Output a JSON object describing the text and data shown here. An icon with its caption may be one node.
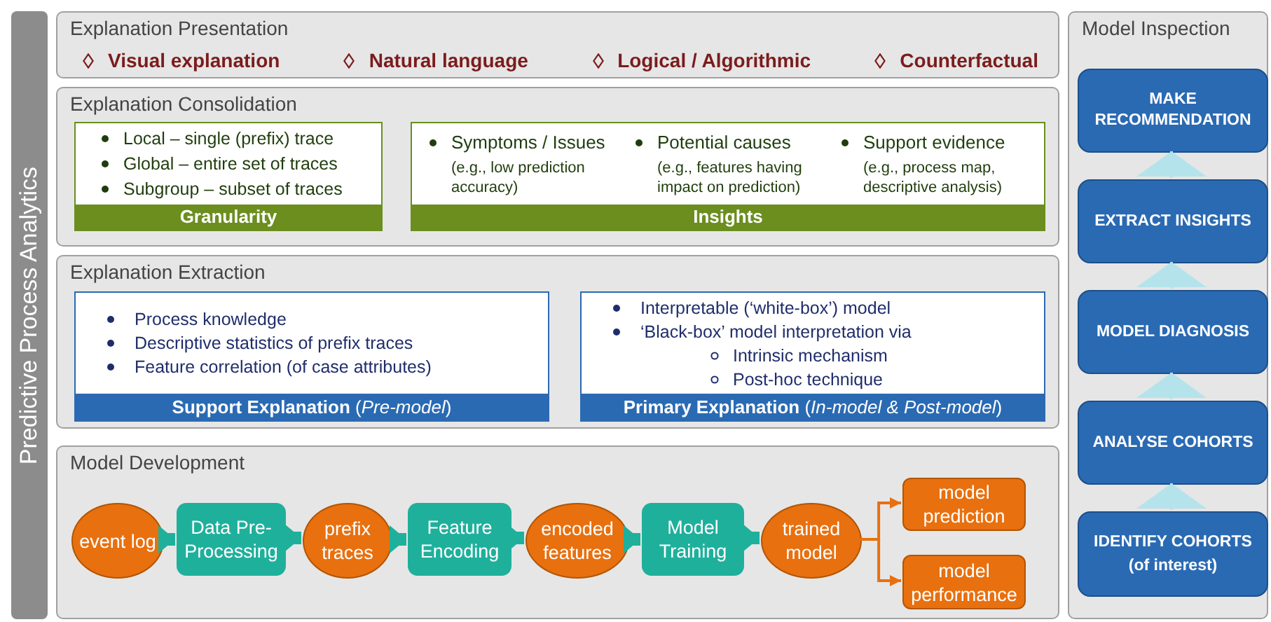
{
  "diagram": {
    "nodes": [
      {
        "text": [
          "Predictive Process Analytics"
        ]
      },
      {
        "text": [
          "Explanation Presentation",
          "Visual explanation",
          "Natural language",
          "Logical / Algorithmic",
          "Counterfactual"
        ]
      },
      {
        "text": [
          "Explanation Consolidation"
        ]
      },
      {
        "text": [
          "Local – single (prefix) trace",
          "Global – entire set of traces",
          "Subgroup – subset of traces",
          "Granularity"
        ],
        "in": 2
      },
      {
        "text": [
          "Symptoms / Issues",
          "(e.g., low prediction accuracy)",
          "Potential causes",
          "(e.g., features having impact on prediction)",
          "Support evidence",
          "(e.g., process map, descriptive analysis)",
          "Insights"
        ],
        "in": 2
      },
      {
        "text": [
          "Explanation Extraction"
        ]
      },
      {
        "text": [
          "Process knowledge",
          "Descriptive statistics of prefix traces",
          "Feature correlation (of case attributes)",
          "**Support Explanation** (*Pre-model*)"
        ],
        "in": 5
      },
      {
        "text": [
          "Interpretable (‘white-box’) model",
          "‘Black-box’ model interpretation via",
          "Intrinsic mechanism",
          "Post-hoc technique",
          "**Primary Explanation** (*In-model & Post-model*)"
        ],
        "in": 5
      },
      {
        "text": [
          "Model Development"
        ]
      },
      {
        "text": [
          "event log"
        ],
        "in": 8
      },
      {
        "text": [
          "Data Pre-Processing"
        ],
        "in": 8
      },
      {
        "text": [
          "prefix traces"
        ],
        "in": 8
      },
      {
        "text": [
          "Feature Encoding"
        ],
        "in": 8
      },
      {
        "text": [
          "encoded features"
        ],
        "in": 8
      },
      {
        "text": [
          "Model Training"
        ],
        "in": 8
      },
      {
        "text": [
          "trained model"
        ],
        "in": 8
      },
      {
        "text": [
          "model prediction"
        ],
        "in": 8
      },
      {
        "text": [
          "model performance"
        ],
        "in": 8
      },
      {
        "text": [
          "Model Inspection"
        ]
      },
      {
        "text": [
          "MAKE RECOMMENDATION"
        ],
        "in": 18
      },
      {
        "text": [
          "EXTRACT INSIGHTS"
        ],
        "in": 18
      },
      {
        "text": [
          "MODEL DIAGNOSIS"
        ],
        "in": 18
      },
      {
        "text": [
          "ANALYSE COHORTS"
        ],
        "in": 18
      },
      {
        "text": [
          "IDENTIFY COHORTS",
          "(of interest)"
        ],
        "in": 18
      }
    ],
    "edges": [
      {
        "from": 9,
        "to": 10,
        "arrow": "to",
        "style": "thick"
      },
      {
        "from": 10,
        "to": 11,
        "arrow": "to",
        "style": "thick"
      },
      {
        "from": 11,
        "to": 12,
        "arrow": "to",
        "style": "thick"
      },
      {
        "from": 12,
        "to": 13,
        "arrow": "to",
        "style": "thick"
      },
      {
        "from": 13,
        "to": 14,
        "arrow": "to",
        "style": "thick"
      },
      {
        "from": 14,
        "to": 15,
        "arrow": "to",
        "style": "thick"
      },
      {
        "from": 15,
        "to": 16,
        "arrow": "to",
        "color": "#e8700f"
      },
      {
        "from": 15,
        "to": 17,
        "arrow": "to",
        "color": "#e8700f"
      },
      {
        "from": 23,
        "to": 22,
        "arrow": "to",
        "color": "#b5e3ec"
      },
      {
        "from": 22,
        "to": 21,
        "arrow": "to",
        "color": "#b5e3ec"
      },
      {
        "from": 21,
        "to": 20,
        "arrow": "to",
        "color": "#b5e3ec"
      },
      {
        "from": 20,
        "to": 19,
        "arrow": "to",
        "color": "#b5e3ec"
      }
    ]
  }
}
